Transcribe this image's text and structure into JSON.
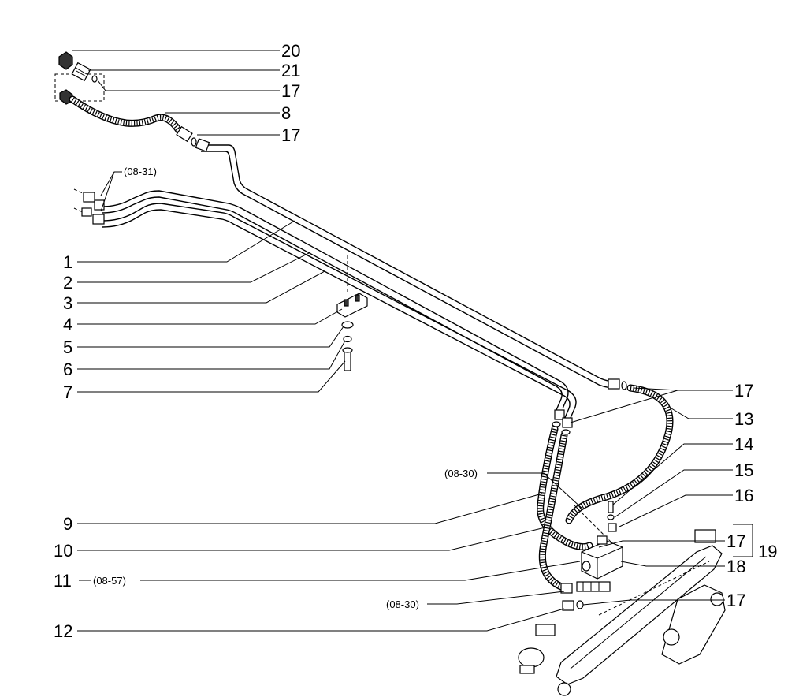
{
  "callouts": [
    {
      "id": "c20",
      "label": "20"
    },
    {
      "id": "c21",
      "label": "21"
    },
    {
      "id": "c17a",
      "label": "17"
    },
    {
      "id": "c8",
      "label": "8"
    },
    {
      "id": "c17b",
      "label": "17"
    },
    {
      "id": "c1",
      "label": "1"
    },
    {
      "id": "c2",
      "label": "2"
    },
    {
      "id": "c3",
      "label": "3"
    },
    {
      "id": "c4",
      "label": "4"
    },
    {
      "id": "c5",
      "label": "5"
    },
    {
      "id": "c6",
      "label": "6"
    },
    {
      "id": "c7",
      "label": "7"
    },
    {
      "id": "c17c",
      "label": "17"
    },
    {
      "id": "c13",
      "label": "13"
    },
    {
      "id": "c14",
      "label": "14"
    },
    {
      "id": "c15",
      "label": "15"
    },
    {
      "id": "c16",
      "label": "16"
    },
    {
      "id": "c9",
      "label": "9"
    },
    {
      "id": "c10",
      "label": "10"
    },
    {
      "id": "c17d",
      "label": "17"
    },
    {
      "id": "c19",
      "label": "19"
    },
    {
      "id": "c11",
      "label": "11"
    },
    {
      "id": "c18",
      "label": "18"
    },
    {
      "id": "c17e",
      "label": "17"
    },
    {
      "id": "c12",
      "label": "12"
    }
  ],
  "references": [
    {
      "id": "r0831",
      "label": "(08-31)"
    },
    {
      "id": "r0830a",
      "label": "(08-30)"
    },
    {
      "id": "r0857",
      "label": "(08-57)"
    },
    {
      "id": "r0830b",
      "label": "(08-30)"
    }
  ]
}
